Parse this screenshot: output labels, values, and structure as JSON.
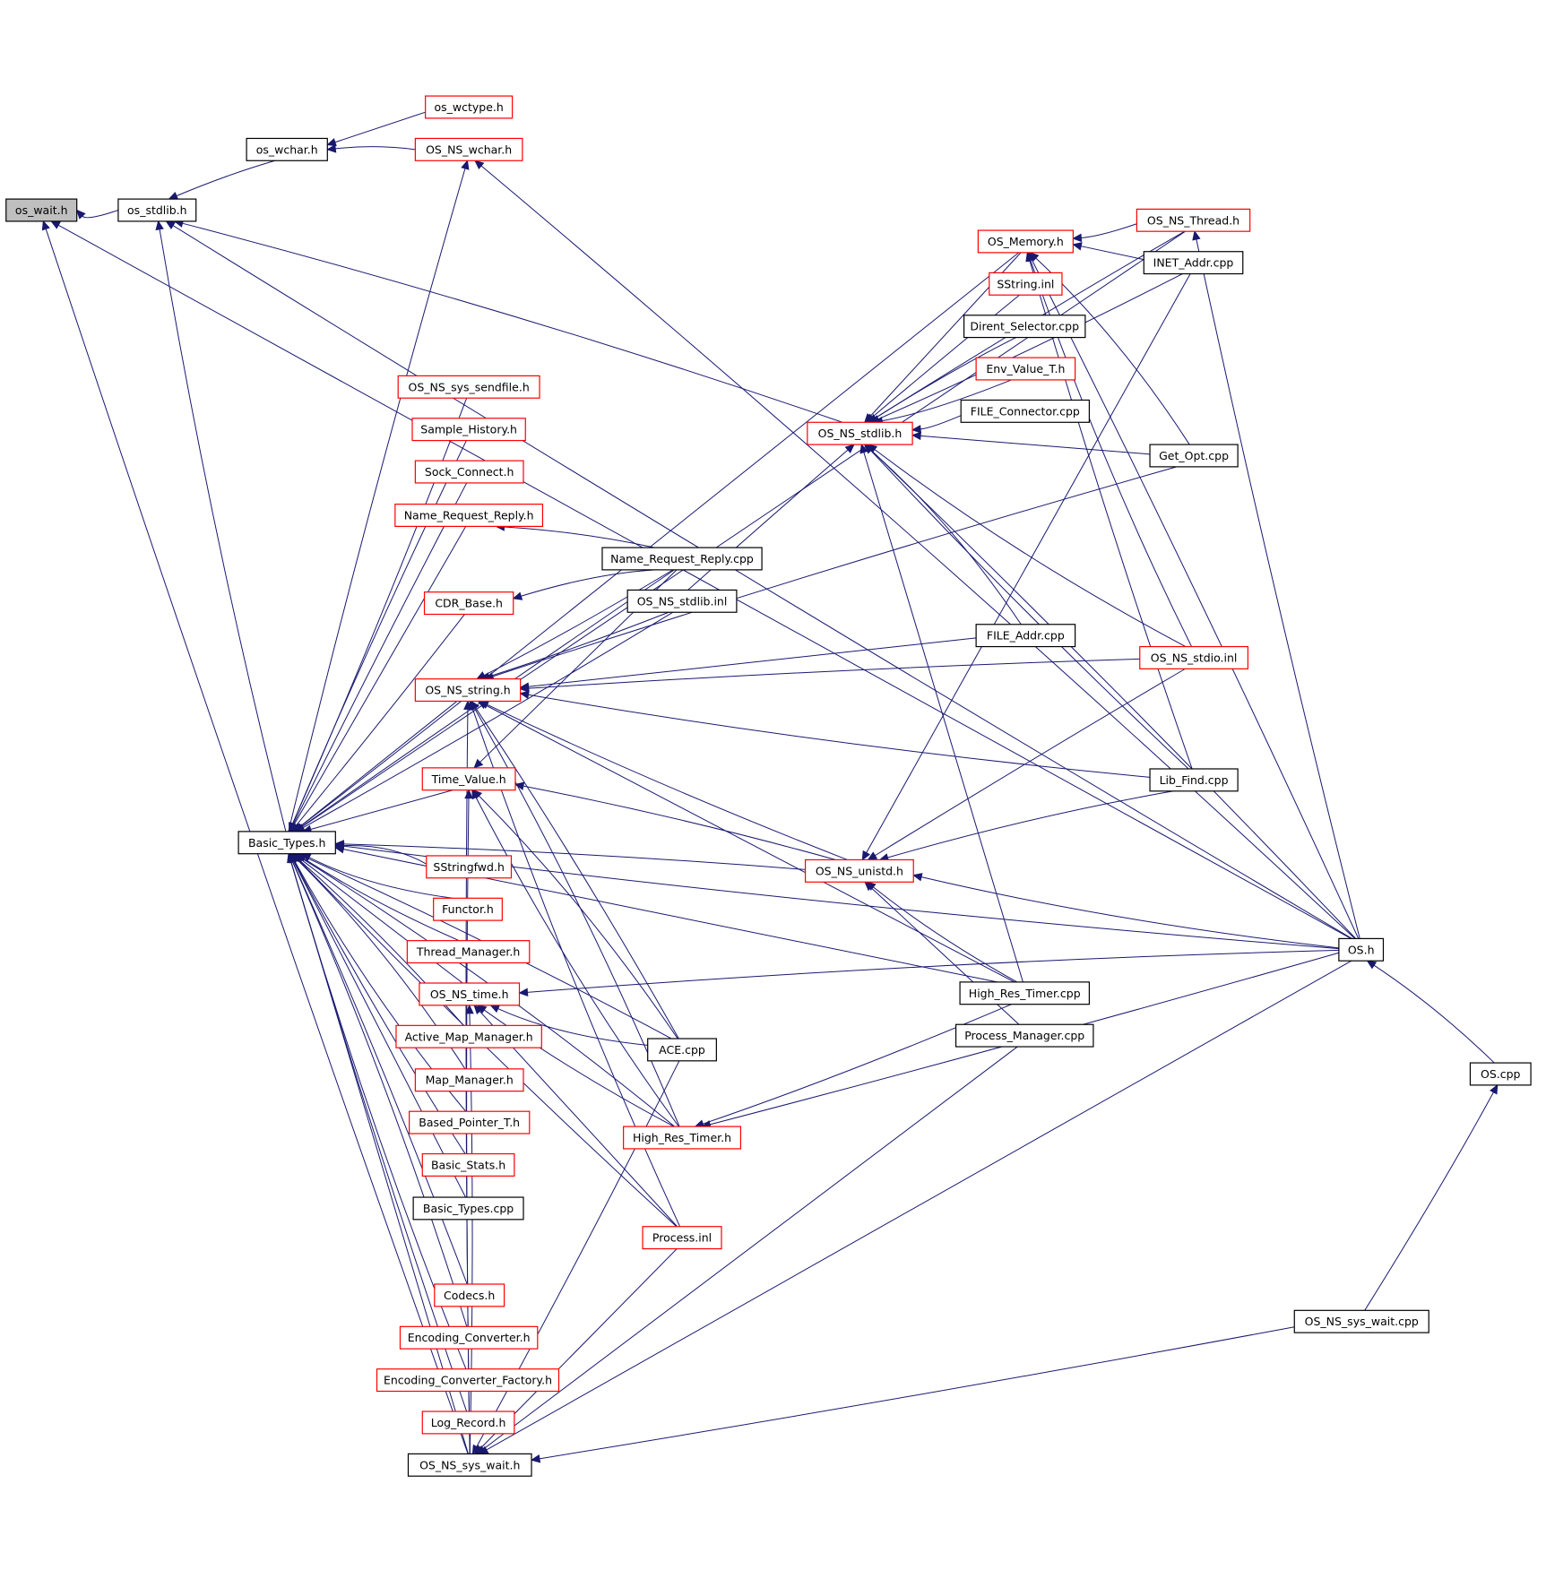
{
  "colors": {
    "edge": "#191970",
    "black_border": "#000000",
    "red_border": "#ff0000",
    "highlight_fill": "#bfbfbf",
    "node_fill": "#ffffff"
  },
  "nodes": [
    {
      "id": "os_wait_h",
      "label": "os_wait.h",
      "style": "highlight"
    },
    {
      "id": "os_stdlib_h",
      "label": "os_stdlib.h",
      "style": "black"
    },
    {
      "id": "os_wchar_h",
      "label": "os_wchar.h",
      "style": "black"
    },
    {
      "id": "os_wctype_h",
      "label": "os_wctype.h",
      "style": "red"
    },
    {
      "id": "OS_NS_wchar_h",
      "label": "OS_NS_wchar.h",
      "style": "red"
    },
    {
      "id": "OS_NS_Thread_h",
      "label": "OS_NS_Thread.h",
      "style": "red"
    },
    {
      "id": "OS_Memory_h",
      "label": "OS_Memory.h",
      "style": "red"
    },
    {
      "id": "INET_Addr_cpp",
      "label": "INET_Addr.cpp",
      "style": "black"
    },
    {
      "id": "SString_inl",
      "label": "SString.inl",
      "style": "red"
    },
    {
      "id": "Dirent_Selector_cpp",
      "label": "Dirent_Selector.cpp",
      "style": "black"
    },
    {
      "id": "Env_Value_T_h",
      "label": "Env_Value_T.h",
      "style": "red"
    },
    {
      "id": "FILE_Connector_cpp",
      "label": "FILE_Connector.cpp",
      "style": "black"
    },
    {
      "id": "OS_NS_stdlib_h",
      "label": "OS_NS_stdlib.h",
      "style": "red"
    },
    {
      "id": "Get_Opt_cpp",
      "label": "Get_Opt.cpp",
      "style": "black"
    },
    {
      "id": "OS_NS_sys_sendfile_h",
      "label": "OS_NS_sys_sendfile.h",
      "style": "red"
    },
    {
      "id": "Sample_History_h",
      "label": "Sample_History.h",
      "style": "red"
    },
    {
      "id": "Sock_Connect_h",
      "label": "Sock_Connect.h",
      "style": "red"
    },
    {
      "id": "Name_Request_Reply_h",
      "label": "Name_Request_Reply.h",
      "style": "red"
    },
    {
      "id": "Name_Request_Reply_cpp",
      "label": "Name_Request_Reply.cpp",
      "style": "black"
    },
    {
      "id": "CDR_Base_h",
      "label": "CDR_Base.h",
      "style": "red"
    },
    {
      "id": "OS_NS_stdlib_inl",
      "label": "OS_NS_stdlib.inl",
      "style": "black"
    },
    {
      "id": "FILE_Addr_cpp",
      "label": "FILE_Addr.cpp",
      "style": "black"
    },
    {
      "id": "OS_NS_stdio_inl",
      "label": "OS_NS_stdio.inl",
      "style": "red"
    },
    {
      "id": "OS_NS_string_h",
      "label": "OS_NS_string.h",
      "style": "red"
    },
    {
      "id": "Time_Value_h",
      "label": "Time_Value.h",
      "style": "red"
    },
    {
      "id": "Lib_Find_cpp",
      "label": "Lib_Find.cpp",
      "style": "black"
    },
    {
      "id": "Basic_Types_h",
      "label": "Basic_Types.h",
      "style": "black"
    },
    {
      "id": "SStringfwd_h",
      "label": "SStringfwd.h",
      "style": "red"
    },
    {
      "id": "OS_NS_unistd_h",
      "label": "OS_NS_unistd.h",
      "style": "red"
    },
    {
      "id": "Functor_h",
      "label": "Functor.h",
      "style": "red"
    },
    {
      "id": "OS_h",
      "label": "OS.h",
      "style": "black"
    },
    {
      "id": "Thread_Manager_h",
      "label": "Thread_Manager.h",
      "style": "red"
    },
    {
      "id": "High_Res_Timer_cpp",
      "label": "High_Res_Timer.cpp",
      "style": "black"
    },
    {
      "id": "OS_NS_time_h",
      "label": "OS_NS_time.h",
      "style": "red"
    },
    {
      "id": "Process_Manager_cpp",
      "label": "Process_Manager.cpp",
      "style": "black"
    },
    {
      "id": "Active_Map_Manager_h",
      "label": "Active_Map_Manager.h",
      "style": "red"
    },
    {
      "id": "ACE_cpp",
      "label": "ACE.cpp",
      "style": "black"
    },
    {
      "id": "OS_cpp",
      "label": "OS.cpp",
      "style": "black"
    },
    {
      "id": "Map_Manager_h",
      "label": "Map_Manager.h",
      "style": "red"
    },
    {
      "id": "Based_Pointer_T_h",
      "label": "Based_Pointer_T.h",
      "style": "red"
    },
    {
      "id": "High_Res_Timer_h",
      "label": "High_Res_Timer.h",
      "style": "red"
    },
    {
      "id": "Basic_Stats_h",
      "label": "Basic_Stats.h",
      "style": "red"
    },
    {
      "id": "Basic_Types_cpp",
      "label": "Basic_Types.cpp",
      "style": "black"
    },
    {
      "id": "Process_inl",
      "label": "Process.inl",
      "style": "red"
    },
    {
      "id": "Codecs_h",
      "label": "Codecs.h",
      "style": "red"
    },
    {
      "id": "OS_NS_sys_wait_cpp",
      "label": "OS_NS_sys_wait.cpp",
      "style": "black"
    },
    {
      "id": "Encoding_Converter_h",
      "label": "Encoding_Converter.h",
      "style": "red"
    },
    {
      "id": "Encoding_Converter_Factory_h",
      "label": "Encoding_Converter_Factory.h",
      "style": "red"
    },
    {
      "id": "Log_Record_h",
      "label": "Log_Record.h",
      "style": "red"
    },
    {
      "id": "OS_NS_sys_wait_h",
      "label": "OS_NS_sys_wait.h",
      "style": "black"
    }
  ]
}
